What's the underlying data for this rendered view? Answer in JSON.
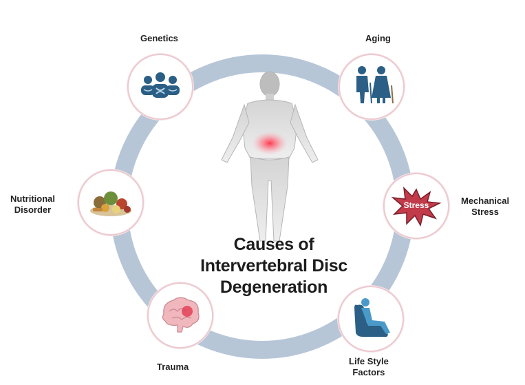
{
  "title": {
    "line1": "Causes of",
    "line2": "Intervertebral Disc",
    "line3": "Degeneration"
  },
  "causes": {
    "genetics": {
      "label": "Genetics",
      "icon": "dna-people-icon"
    },
    "aging": {
      "label": "Aging",
      "icon": "elderly-couple-icon"
    },
    "mechanical": {
      "label_line1": "Mechanical",
      "label_line2": "Stress",
      "badge": "Stress",
      "icon": "stress-burst-icon"
    },
    "lifestyle": {
      "label_line1": "Life Style",
      "label_line2": "Factors",
      "icon": "recliner-person-icon"
    },
    "trauma": {
      "label": "Trauma",
      "icon": "brain-injury-icon"
    },
    "nutritional": {
      "label_line1": "Nutritional",
      "label_line2": "Disorder",
      "icon": "food-pile-icon"
    }
  },
  "colors": {
    "ring": "#b7c6d7",
    "node_border": "#ecc9cf",
    "icon_blue": "#2b5f85",
    "stress_red": "#c23b4a",
    "pain_red": "#ff3b50"
  }
}
